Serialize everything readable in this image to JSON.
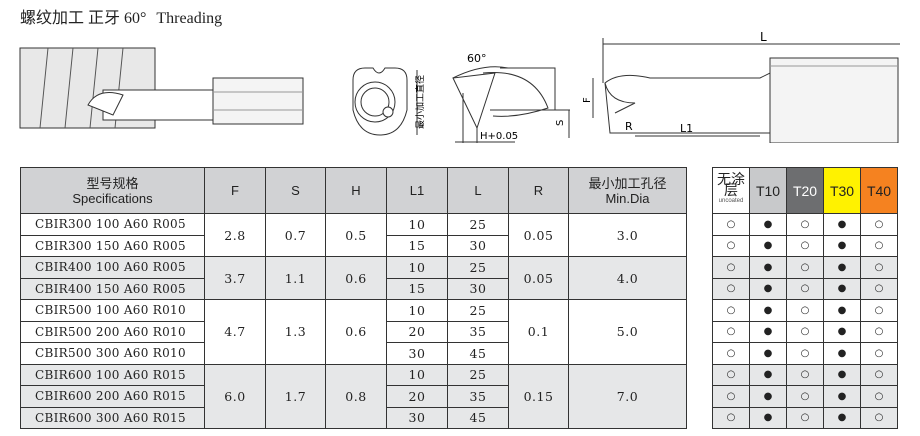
{
  "title": {
    "zh": "螺纹加工 正牙 60°",
    "en": "Threading"
  },
  "drawing_labels": {
    "angle": "60°",
    "min_dia": "最小加工直径",
    "h": "H+0.05",
    "s": "S",
    "f": "F",
    "r": "R",
    "l1": "L1",
    "l": "L"
  },
  "spec_table": {
    "headers": {
      "spec_zh": "型号规格",
      "spec_en": "Specifications",
      "f": "F",
      "s": "S",
      "h": "H",
      "l1": "L1",
      "l": "L",
      "r": "R",
      "min_zh": "最小加工孔径",
      "min_en": "Min.Dia"
    },
    "groups": [
      {
        "f": "2.8",
        "s": "0.7",
        "h": "0.5",
        "r": "0.05",
        "min": "3.0",
        "rows": [
          {
            "spec": "CBIR300 100 A60 R005",
            "l1": "10",
            "l": "25"
          },
          {
            "spec": "CBIR300 150 A60 R005",
            "l1": "15",
            "l": "30"
          }
        ]
      },
      {
        "f": "3.7",
        "s": "1.1",
        "h": "0.6",
        "r": "0.05",
        "min": "4.0",
        "rows": [
          {
            "spec": "CBIR400 100 A60 R005",
            "l1": "10",
            "l": "25"
          },
          {
            "spec": "CBIR400 150 A60 R005",
            "l1": "15",
            "l": "30"
          }
        ]
      },
      {
        "f": "4.7",
        "s": "1.3",
        "h": "0.6",
        "r": "0.1",
        "min": "5.0",
        "rows": [
          {
            "spec": "CBIR500 100 A60 R010",
            "l1": "10",
            "l": "25"
          },
          {
            "spec": "CBIR500 200 A60 R010",
            "l1": "20",
            "l": "35"
          },
          {
            "spec": "CBIR500 300 A60 R010",
            "l1": "30",
            "l": "45"
          }
        ]
      },
      {
        "f": "6.0",
        "s": "1.7",
        "h": "0.8",
        "r": "0.15",
        "min": "7.0",
        "rows": [
          {
            "spec": "CBIR600 100 A60 R015",
            "l1": "10",
            "l": "25"
          },
          {
            "spec": "CBIR600 200 A60 R015",
            "l1": "20",
            "l": "35"
          },
          {
            "spec": "CBIR600 300 A60 R015",
            "l1": "30",
            "l": "45"
          }
        ]
      }
    ]
  },
  "grade_table": {
    "headers": [
      {
        "label": "无涂层",
        "sub": "uncoated",
        "bg": "#ffffff",
        "fg": "#222222"
      },
      {
        "label": "T10",
        "bg": "#c8c9cb",
        "fg": "#222222"
      },
      {
        "label": "T20",
        "bg": "#6d6e70",
        "fg": "#ffffff"
      },
      {
        "label": "T30",
        "bg": "#fff200",
        "fg": "#222222"
      },
      {
        "label": "T40",
        "bg": "#f58220",
        "fg": "#222222"
      }
    ],
    "pattern": [
      "○",
      "●",
      "○",
      "●",
      "○"
    ],
    "rows": 10
  }
}
